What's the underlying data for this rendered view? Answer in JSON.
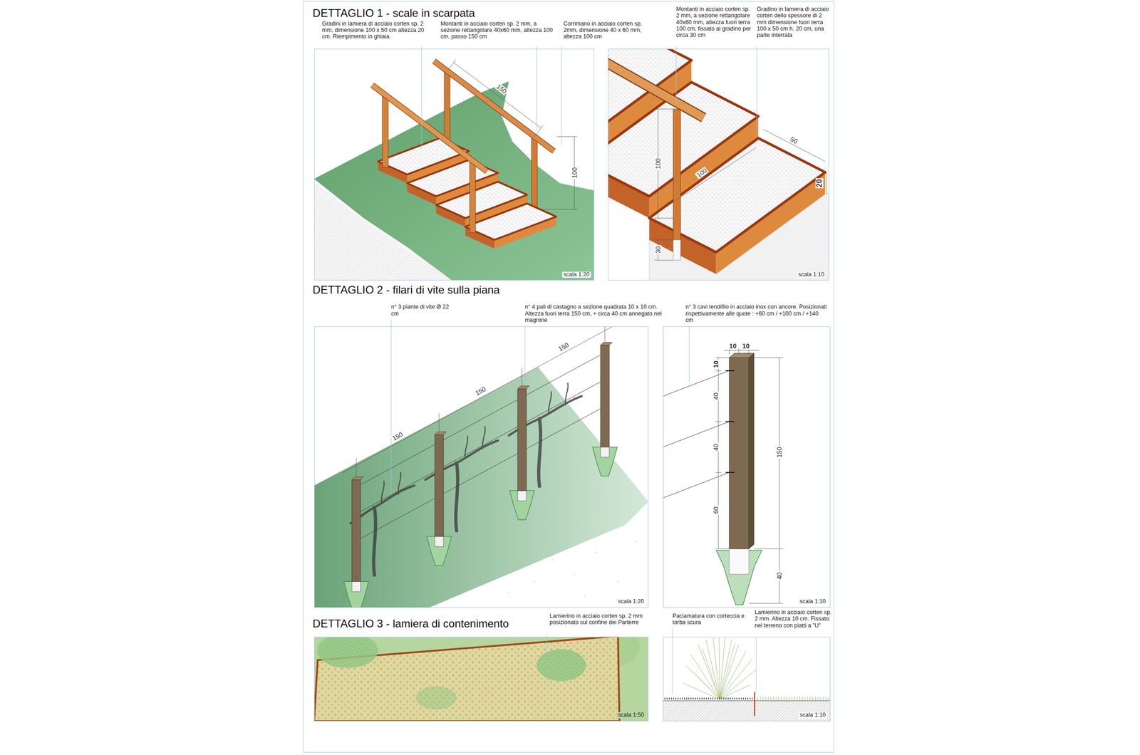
{
  "diagram": {
    "nodes": [
      {
        "text": [
          "scala 1:20"
        ]
      },
      {
        "text": [
          "scala 1:10"
        ]
      },
      {
        "text": [
          "scala 1:20"
        ]
      },
      {
        "text": [
          "scala 1:10"
        ]
      },
      {
        "text": [
          "scala 1:50"
        ]
      },
      {
        "text": [
          "scala 1:10"
        ]
      }
    ],
    "labels": [
      "DETTAGLIO 1 - scale in scarpata",
      "Gradini in lamiera di acciaio corten sp. 2 mm, dimensione 100 x 50 cm altezza 20 cm. Riempimento in ghiaia.",
      "Montanti in acciaio corten sp. 2 mm, a sezione rettangolare 40x60 mm, altezza 100 cm, passo 150 cm",
      "Corrimano in acciaio corten sp. 2mm, dimensione 40 x 60 mm, altezza 100 cm",
      "Montanti in acciaio corten sp. 2 mm, a sezione rettangolare 40x60 mm, altezza fuori terra 100 cm, fissato al gradino per circa 30 cm",
      "Gradino in lamiera di acciaio corten dello spessore di 2 mm dimensione fuori terra 100 x 50 cm h. 20 cm, una parte interrata",
      "150",
      "100",
      "100",
      "100",
      "50",
      "20",
      "30",
      "DETTAGLIO 2 - filari di vite sulla piana",
      "n° 3 piante di vite Ø 22 cm",
      "n° 4 pali di castagno a sezione quadrata 10 x 10 cm. Altezza fuori terra 150 cm, + circa 40 cm annegato nel magrone",
      "n° 3 cavi tendifilo in acciaio inox con ancore. Posizionati rispettivamente alle quote : +60 cm / +100 cm / +140 cm",
      "150",
      "150",
      "150",
      "10",
      "10",
      "10",
      "40",
      "40",
      "60",
      "150",
      "40",
      "DETTAGLIO 3 - lamiera di contenimento",
      "Lamierino in acciaio corten sp. 2 mm posizionato sul confine dei Parterre",
      "Paciamatura con corteccia e torba scura",
      "Lamierino in acciaio corten sp. 2 mm. Altezza 10 cm. Fissato nel terreno con piatti a \"U\""
    ]
  }
}
